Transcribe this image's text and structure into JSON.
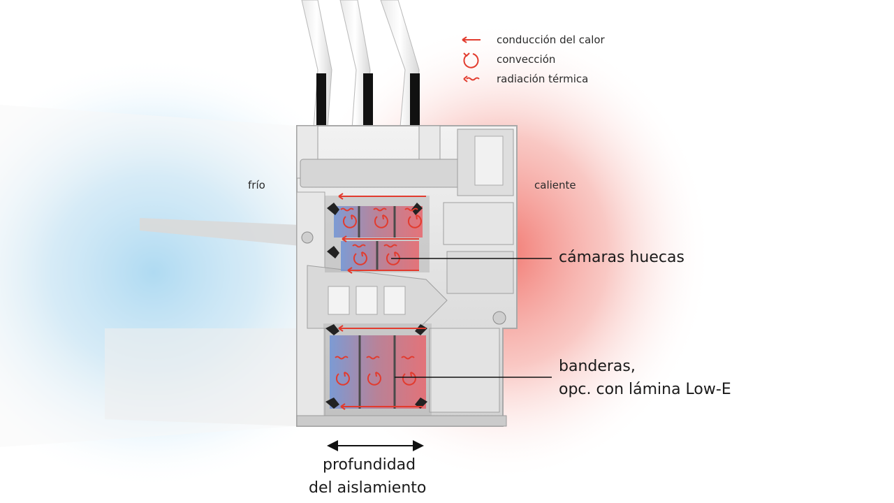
{
  "legend": {
    "conduction": "conducción del calor",
    "convection": "convección",
    "radiation": "radiación térmica",
    "icon_color": "#e23b2e"
  },
  "sides": {
    "cold": "frío",
    "warm": "caliente"
  },
  "callouts": {
    "chambers": "cámaras huecas",
    "flags_line1": "banderas,",
    "flags_line2": "opc. con lámina Low-E"
  },
  "depth": {
    "line1": "profundidad",
    "line2": "del aislamiento"
  },
  "colors": {
    "cold": "#5ab8ea",
    "warm": "#f07c74",
    "heat": "#e23b2e"
  }
}
